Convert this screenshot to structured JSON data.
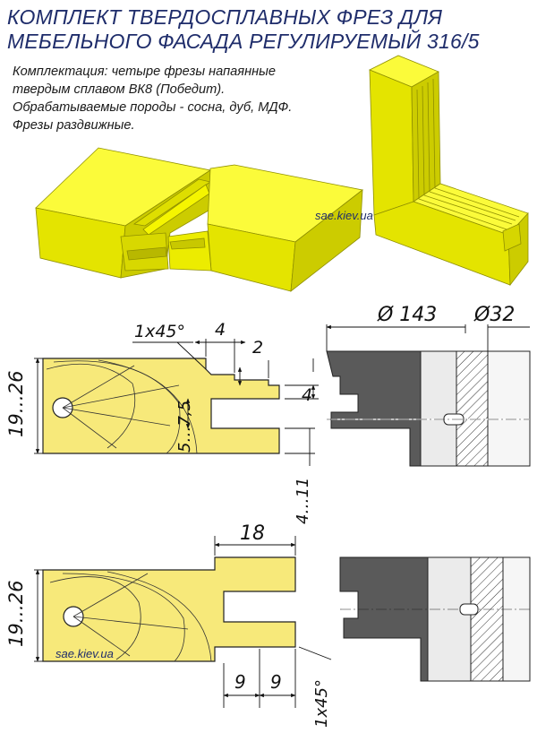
{
  "title": {
    "line1": "КОМПЛЕКТ ТВЕРДОСПЛАВНЫХ ФРЕЗ ДЛЯ",
    "line2": "МЕБЕЛЬНОГО ФАСАДА РЕГУЛИРУЕМЫЙ 316/5"
  },
  "description": {
    "line1": "Комплектация: четыре фрезы напаянные",
    "line2": "твердым сплавом ВК8 (Победит).",
    "line3": "Обрабатываемые породы - сосна, дуб, МДФ.",
    "line4": "Фрезы раздвижные."
  },
  "watermark": {
    "top": "sae.kiev.ua",
    "bottom": "sae.kiev.ua"
  },
  "dimensions": {
    "top_profile": {
      "chamfer": "1x45°",
      "width_4": "4",
      "depth_2": "2",
      "height": "19…26",
      "groove_range": "5…7,5",
      "tongue": "4",
      "offset_range": "4…11"
    },
    "cutter": {
      "diameter_outer": "Ø 143",
      "diameter_bore": "Ø32"
    },
    "bottom_profile": {
      "width_18": "18",
      "height": "19…26",
      "width_9a": "9",
      "width_9b": "9",
      "chamfer": "1x45°"
    }
  },
  "colors": {
    "workpiece_3d": "#f2f200",
    "profile_fill": "#f7e97a",
    "cutter_dark": "#5a5a5a",
    "cutter_light": "#ebebeb",
    "title": "#1f2d6b"
  }
}
